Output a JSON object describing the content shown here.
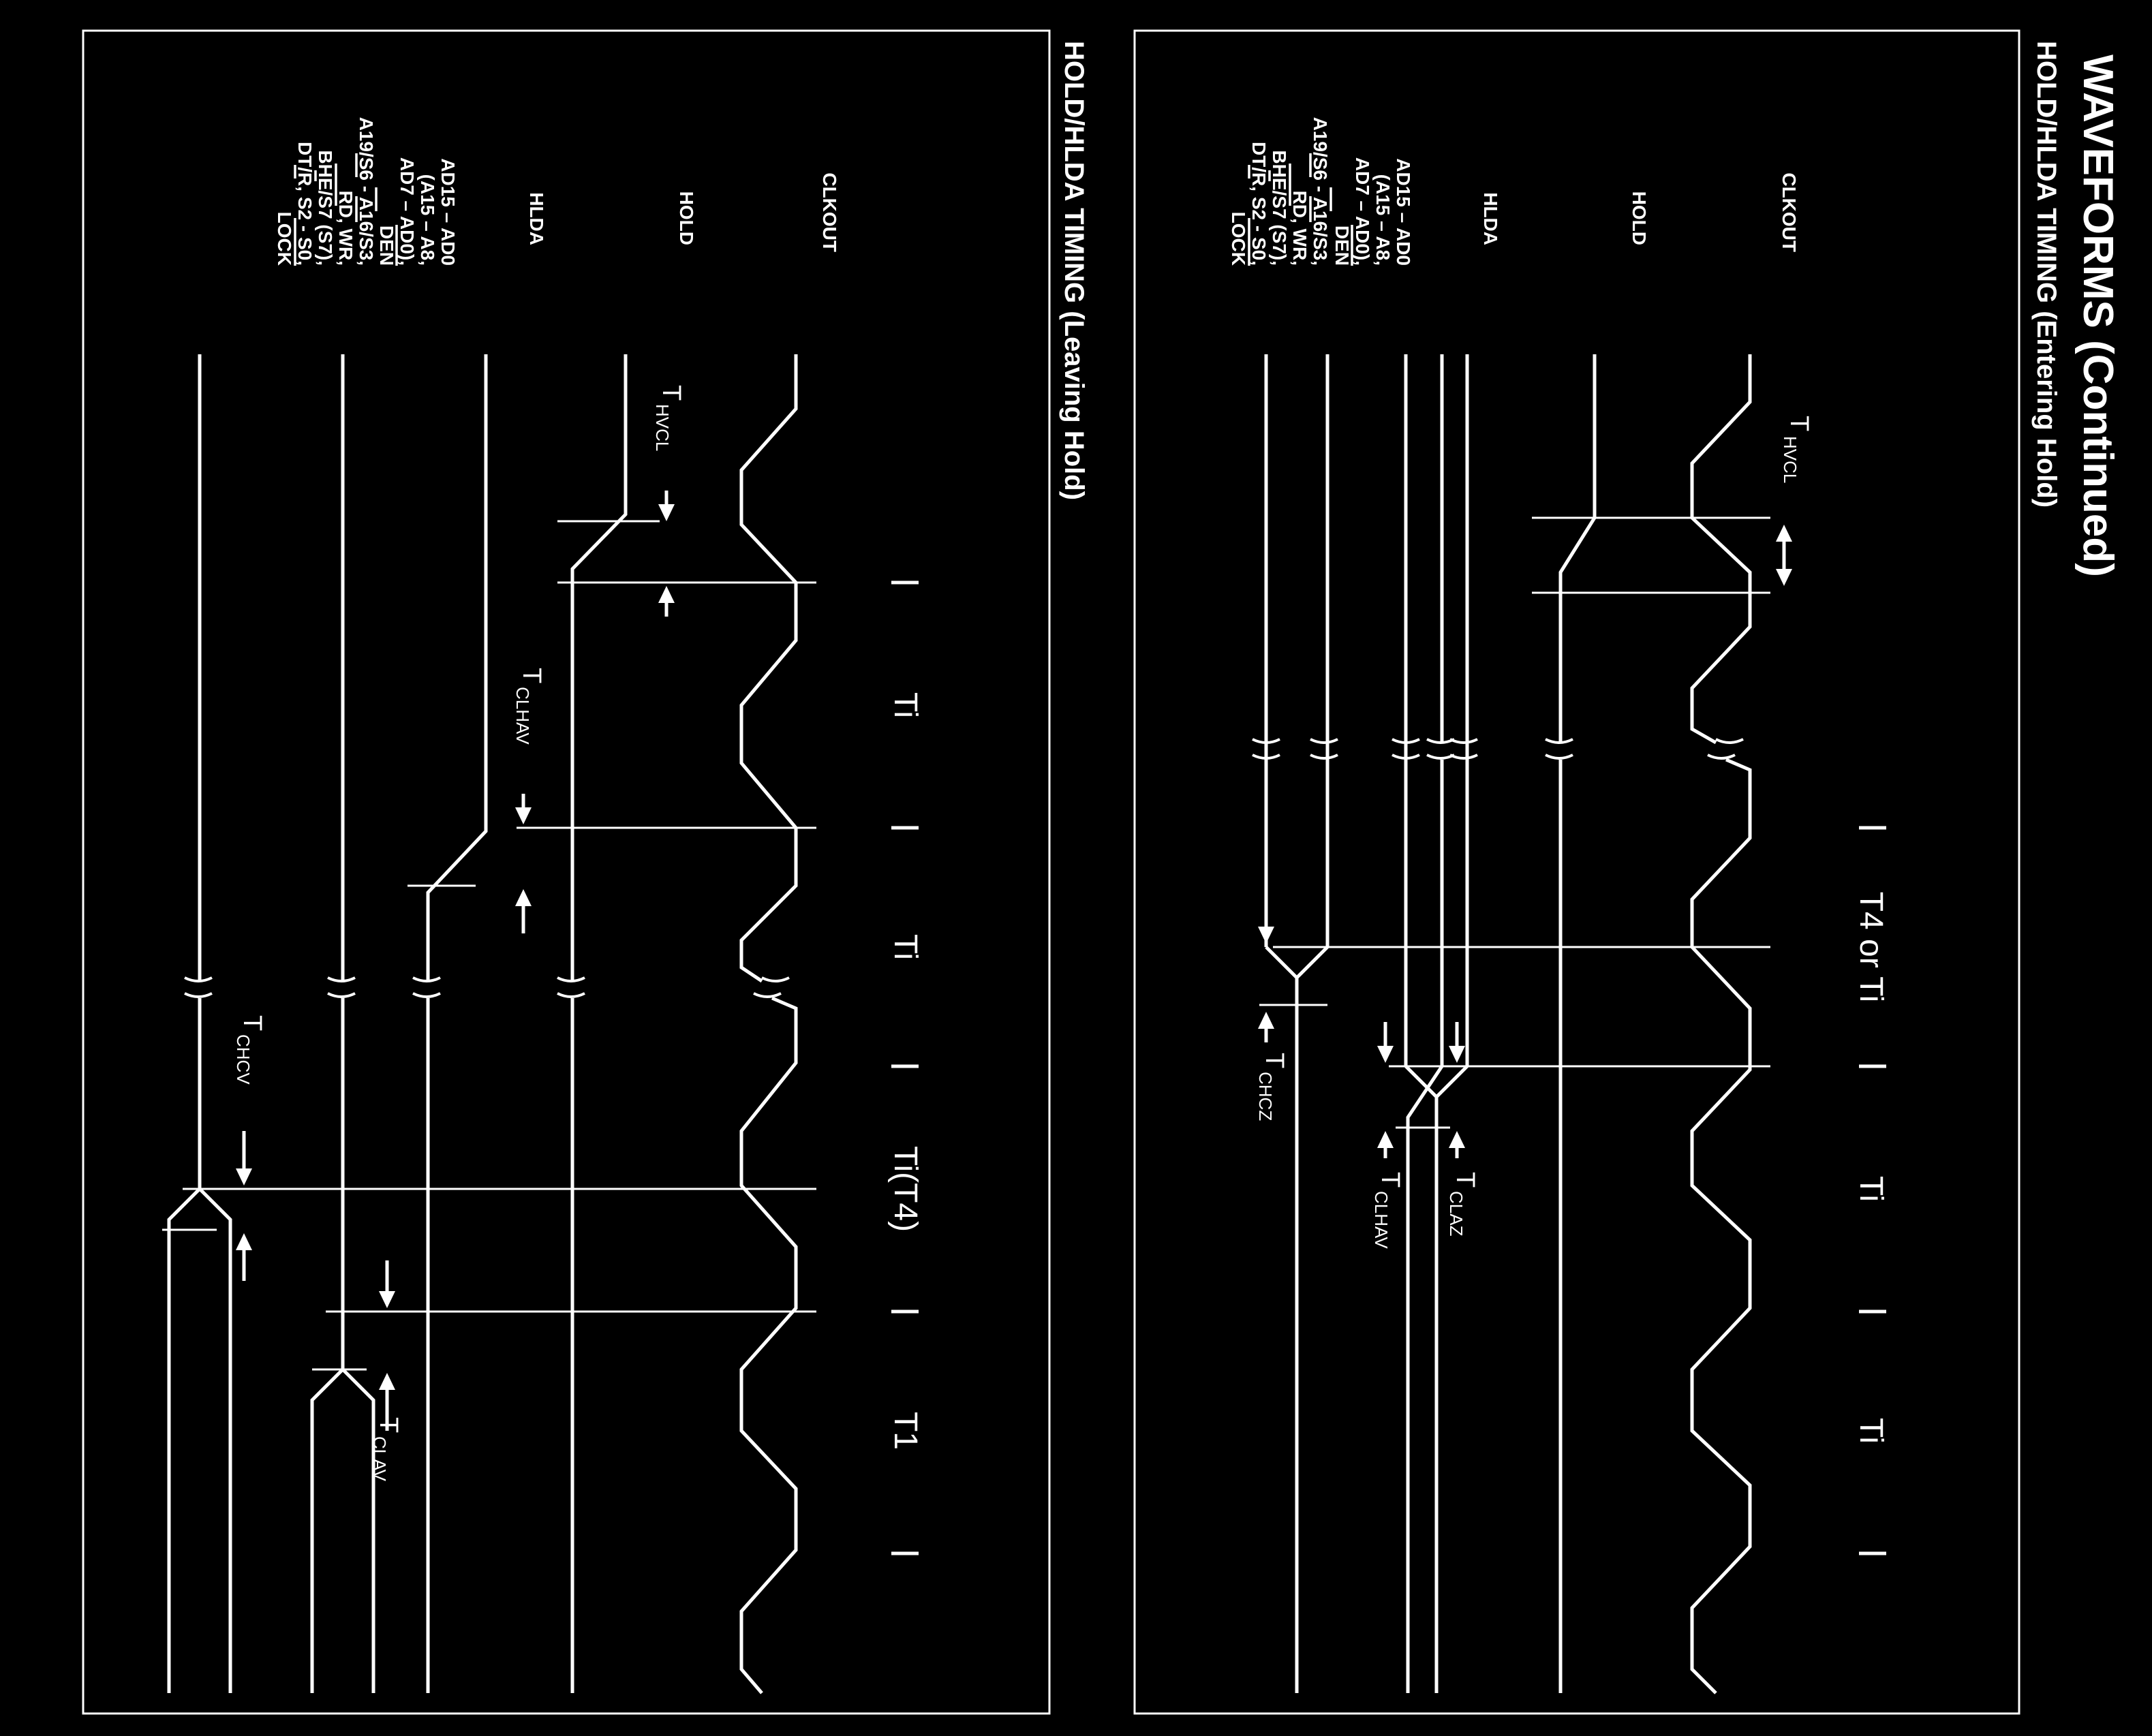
{
  "page_title": "WAVEFORMS (Continued)",
  "diagrams": [
    {
      "id": "entering",
      "title": "HOLD/HLDA TIMING (Entering Hold)",
      "states": [
        "T4 or Ti",
        "Ti",
        "Ti"
      ],
      "signals": [
        {
          "id": "clkout",
          "lines": [
            "CLKOUT"
          ]
        },
        {
          "id": "hold",
          "lines": [
            "HOLD"
          ]
        },
        {
          "id": "hlda",
          "lines": [
            "HLDA"
          ]
        },
        {
          "id": "ad",
          "lines": [
            "AD15 – AD0",
            "(A15 – A8,",
            "AD7 – AD0),",
            "DEN"
          ]
        },
        {
          "id": "ctrl",
          "lines": [
            "A19/S6 - A16/S3,",
            "RD, WR,",
            "BHE/S7 (S7),",
            "DT/R, S2 - S0,",
            "LOCK"
          ]
        }
      ],
      "params": [
        {
          "main": "T",
          "sub": "HVCL"
        },
        {
          "main": "T",
          "sub": "CLHAV"
        },
        {
          "main": "T",
          "sub": "CLAZ"
        },
        {
          "main": "T",
          "sub": "CHCZ"
        }
      ]
    },
    {
      "id": "leaving",
      "title": "HOLD/HLDA TIMING (Leaving Hold)",
      "states": [
        "Ti",
        "Ti",
        "Ti(T4)",
        "T1"
      ],
      "signals": [
        {
          "id": "clkout",
          "lines": [
            "CLKOUT"
          ]
        },
        {
          "id": "hold",
          "lines": [
            "HOLD"
          ]
        },
        {
          "id": "hlda",
          "lines": [
            "HLDA"
          ]
        },
        {
          "id": "ad",
          "lines": [
            "AD15 – AD0",
            "(A15 – A8,",
            "AD7 – AD0),",
            "DEN"
          ]
        },
        {
          "id": "ctrl",
          "lines": [
            "A19/S6 - A16/S3,",
            "RD, WR,",
            "BHE/S7 (S7),",
            "DT/R, S2 - S0,",
            "LOCK"
          ]
        }
      ],
      "params": [
        {
          "main": "T",
          "sub": "HVCL"
        },
        {
          "main": "T",
          "sub": "CLHAV"
        },
        {
          "main": "T",
          "sub": "CHCV"
        },
        {
          "main": "T",
          "sub": "CLAV"
        }
      ]
    }
  ]
}
